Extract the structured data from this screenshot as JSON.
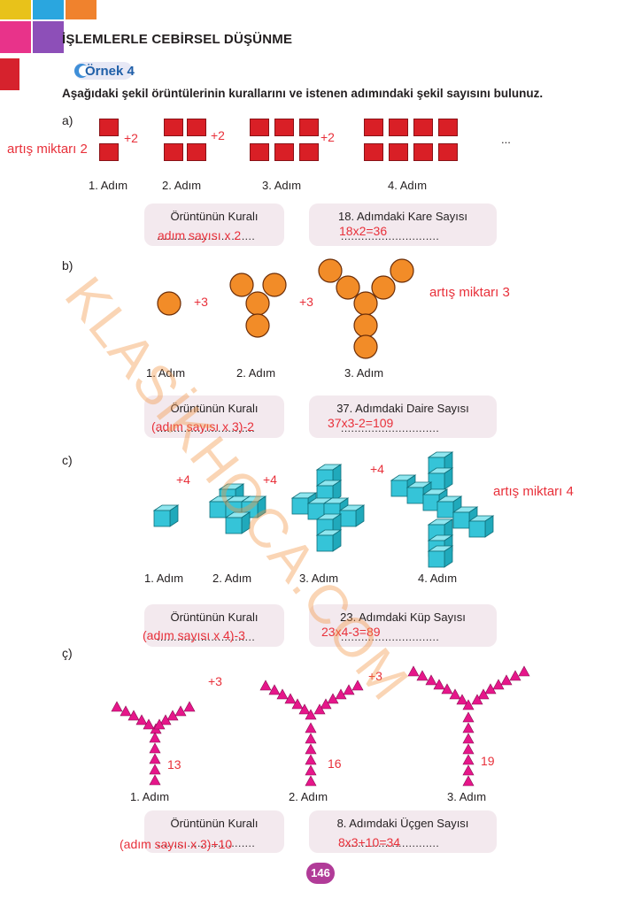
{
  "colors": {
    "tab_colors": [
      "#e8c21a",
      "#2aa6df",
      "#f0822d",
      "#e8338a",
      "#8d4fb8",
      "#d6222d"
    ],
    "accent_red": "#e8303a",
    "square": "#d91f26",
    "circle": "#f28c28",
    "cube": "#35c4d8",
    "triangle": "#e6168a",
    "box_bg": "#f3e9ee",
    "page_badge": "#b13b98"
  },
  "header": {
    "chapter_title": "İŞLEMLERLE CEBİRSEL DÜŞÜNME",
    "example_label": "Örnek 4",
    "instruction": "Aşağıdaki şekil örüntülerinin kurallarını ve istenen adımındaki şekil sayısını bulunuz."
  },
  "watermark": "KLASİKHOCA.COM",
  "dots": ".............................",
  "sections": {
    "a": {
      "label": "a)",
      "steps": [
        "1. Adım",
        "2. Adım",
        "3. Adım",
        "4. Adım"
      ],
      "increments": [
        "+2",
        "+2",
        "+2"
      ],
      "ellipsis": "...",
      "note": "artış miktarı 2",
      "rule_title": "Örüntünün Kuralı",
      "rule_answer": "adım sayısı x 2",
      "question_title": "18. Adımdaki Kare Sayısı",
      "question_answer": "18x2=36"
    },
    "b": {
      "label": "b)",
      "steps": [
        "1. Adım",
        "2. Adım",
        "3. Adım"
      ],
      "increments": [
        "+3",
        "+3"
      ],
      "note": "artış miktarı 3",
      "rule_title": "Örüntünün Kuralı",
      "rule_answer": "(adım sayısı x 3)-2",
      "question_title": "37. Adımdaki Daire Sayısı",
      "question_answer": "37x3-2=109"
    },
    "c": {
      "label": "c)",
      "steps": [
        "1. Adım",
        "2. Adım",
        "3. Adım",
        "4. Adım"
      ],
      "increments": [
        "+4",
        "+4",
        "+4"
      ],
      "note": "artış miktarı 4",
      "rule_title": "Örüntünün Kuralı",
      "rule_answer": "(adım sayısı x 4)-3",
      "question_title": "23. Adımdaki Küp Sayısı",
      "question_answer": "23x4-3=89"
    },
    "d": {
      "label": "ç)",
      "steps": [
        "1. Adım",
        "2. Adım",
        "3. Adım"
      ],
      "increments": [
        "+3",
        "+3"
      ],
      "counts": [
        "13",
        "16",
        "19"
      ],
      "rule_title": "Örüntünün Kuralı",
      "rule_answer": "(adım sayısı x 3)+10",
      "question_title": "8. Adımdaki Üçgen Sayısı",
      "question_answer": "8x3+10=34"
    }
  },
  "page_number": "146"
}
